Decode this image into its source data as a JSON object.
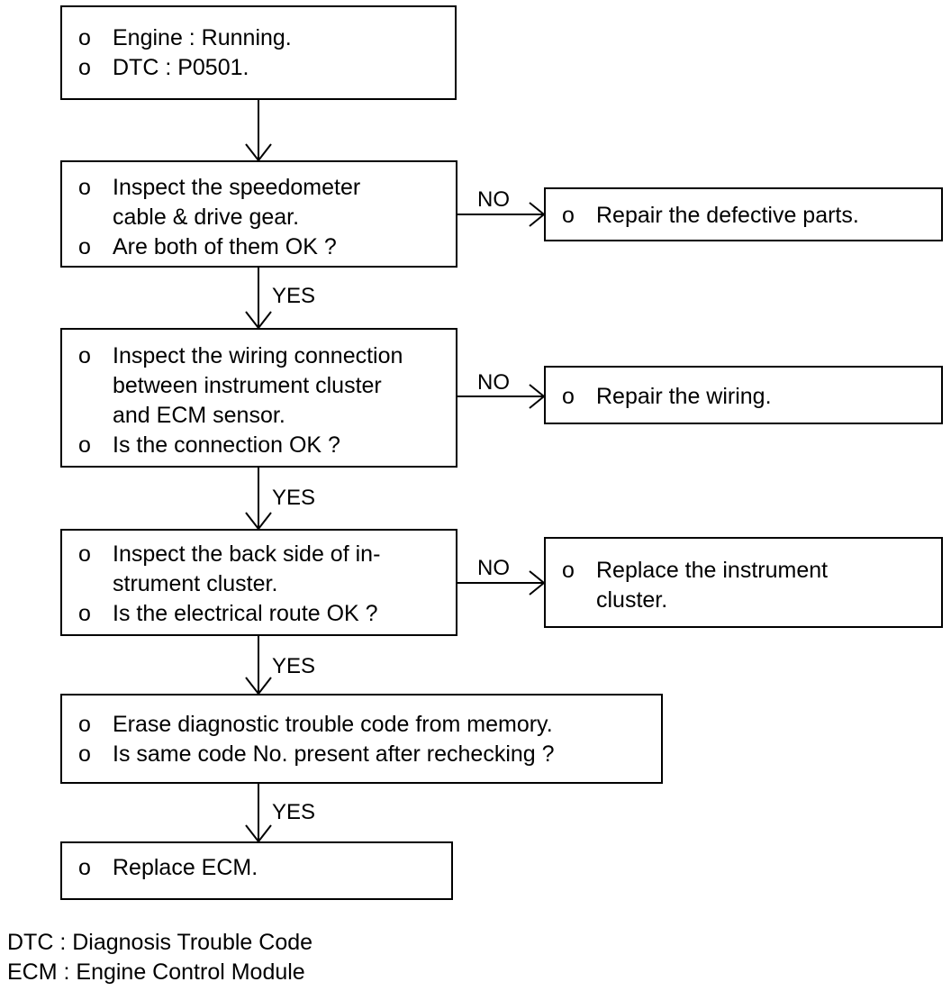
{
  "boxes": {
    "start": {
      "lines": [
        "Engine : Running.",
        "DTC : P0501."
      ]
    },
    "speedometer": {
      "line1": "Inspect the speedometer",
      "line1_cont": "cable & drive gear.",
      "line2": "Are both of them OK ?"
    },
    "wiring": {
      "line1": "Inspect the wiring connection",
      "line1_cont1": "between instrument cluster",
      "line1_cont2": "and ECM sensor.",
      "line2": "Is the connection OK ?"
    },
    "backside": {
      "line1": "Inspect the back side of in-",
      "line1_cont": "strument cluster.",
      "line2": "Is the electrical route OK ?"
    },
    "erase": {
      "line1": "Erase diagnostic trouble code from memory.",
      "line2": "Is same code No. present after rechecking ?"
    },
    "replace_ecm": {
      "line1": "Replace ECM."
    },
    "repair_parts": {
      "line1": "Repair the defective parts."
    },
    "repair_wiring": {
      "line1": "Repair the wiring."
    },
    "replace_cluster": {
      "line1": "Replace the instrument",
      "line1_cont": "cluster."
    }
  },
  "bullet": "o",
  "labels": {
    "yes": "YES",
    "no": "NO"
  },
  "legend": [
    "DTC : Diagnosis Trouble Code",
    "ECM : Engine Control Module"
  ]
}
